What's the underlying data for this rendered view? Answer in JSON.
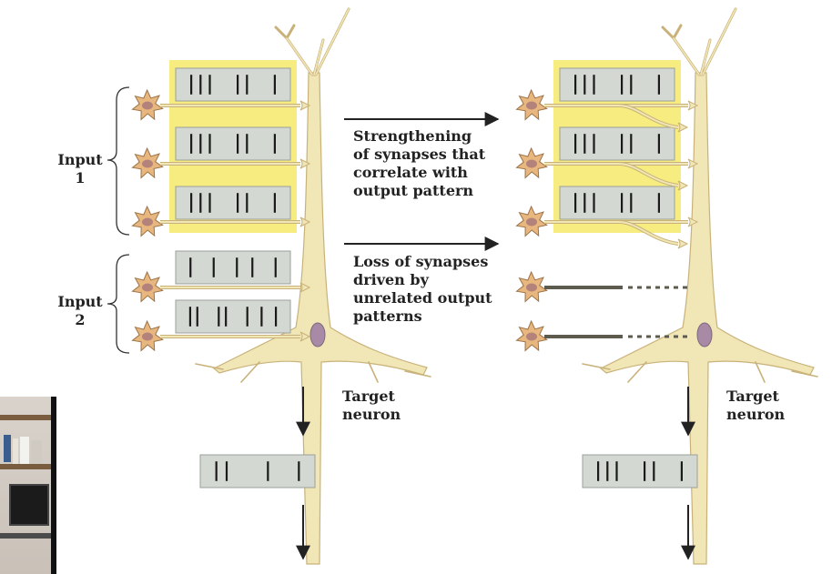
{
  "labels": {
    "input1": "Input\n1",
    "input2": "Input\n2",
    "strengthening": "Strengthening\nof synapses that\ncorrelate with\noutput pattern",
    "loss": "Loss of synapses\ndriven by\nunrelated output\npatterns",
    "target_left": "Target\nneuron",
    "target_right": "Target\nneuron"
  },
  "colors": {
    "highlight": "#f6ec7f",
    "box_fill": "#d4d8d2",
    "neuron_fill": "#f1e6b6",
    "neuron_stroke": "#c9b27a",
    "input_cell": "#e7b77f",
    "input_nucleus": "#b3837b",
    "nucleus": "#a98aa6",
    "axon": "#5d5a4e"
  },
  "spike_patterns": {
    "input1": "III  II  I",
    "input2_a": "I  I  I I  I",
    "input2_b": "II  II  I I I",
    "output_left": "II   I  I",
    "output_right": "III  II  I"
  }
}
